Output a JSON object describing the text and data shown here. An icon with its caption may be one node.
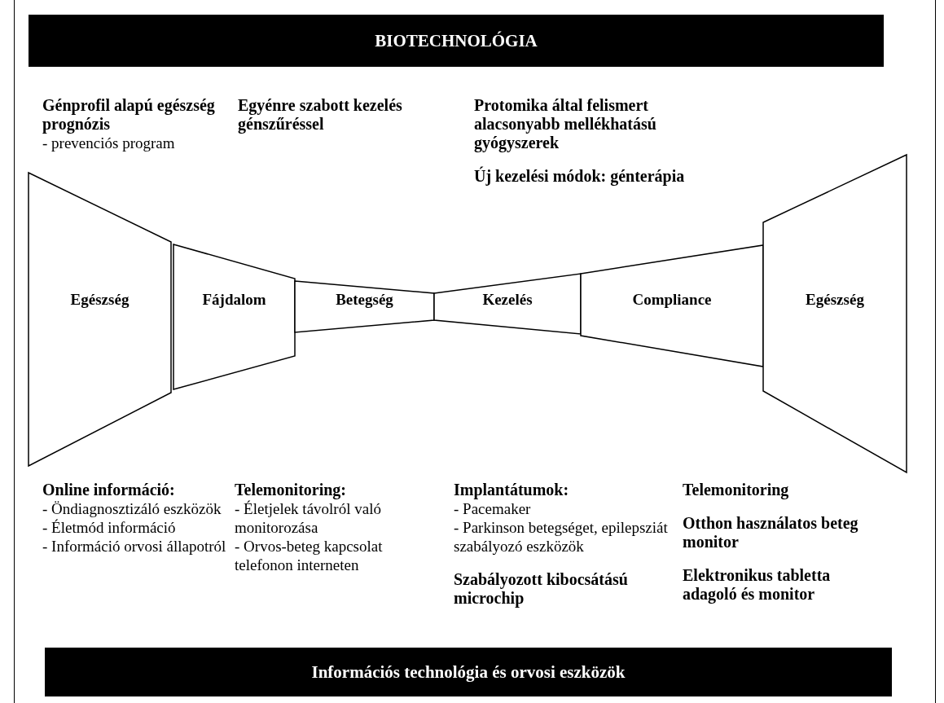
{
  "diagram": {
    "nodes": [
      {
        "text": [
          "BIOTECHNOLÓGIA"
        ]
      },
      {
        "text": [
          "Egészség"
        ]
      },
      {
        "text": [
          "Fájdalom"
        ]
      },
      {
        "text": [
          "Betegség"
        ]
      },
      {
        "text": [
          "Kezelés"
        ]
      },
      {
        "text": [
          "Compliance"
        ]
      },
      {
        "text": [
          "Egészség"
        ]
      },
      {
        "text": [
          "Információs technológia és orvosi eszközök"
        ]
      }
    ],
    "labels": [
      "Génprofil alapú egészség prognózis",
      "- prevenciós program",
      "Egyénre szabott kezelés génszűréssel",
      "Protomika által felismert alacsonyabb mellékhatású gyógyszerek",
      "Új kezelési módok: génterápia",
      "Online információ:",
      "- Öndiagnosztizáló eszközök",
      "- Életmód információ",
      "- Információ orvosi állapotról",
      "Telemonitoring:",
      "- Életjelek távolról való monitorozása",
      "- Orvos-beteg kapcsolat telefonon interneten",
      "Implantátumok:",
      "- Pacemaker",
      "- Parkinson betegséget, epilepsziát szabályozó eszközök",
      "Szabályozott kibocsátású microchip",
      "Telemonitoring",
      "Otthon használatos beteg monitor",
      "Elektronikus tabletta adagoló és monitor"
    ]
  }
}
